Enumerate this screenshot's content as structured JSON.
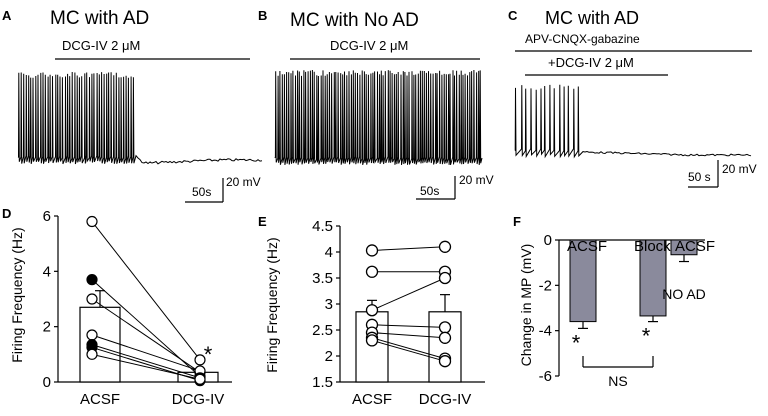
{
  "panels": {
    "A": {
      "letter": "A",
      "title": "MC with AD",
      "drug_label": "DCG-IV 2 μM",
      "scale_time": "50s",
      "scale_voltage": "20 mV"
    },
    "B": {
      "letter": "B",
      "title": "MC with No AD",
      "drug_label": "DCG-IV 2 μM",
      "scale_time": "50s",
      "scale_voltage": "20 mV"
    },
    "C": {
      "letter": "C",
      "title": "MC with AD",
      "blocker_label": "APV-CNQX-gabazine",
      "drug_label": "+DCG-IV 2 μM",
      "scale_time": "50 s",
      "scale_voltage": "20 mV"
    },
    "D": {
      "letter": "D"
    },
    "E": {
      "letter": "E"
    },
    "F": {
      "letter": "F"
    }
  },
  "colors": {
    "line": "#000000",
    "bar_open": "#ffffff",
    "bar_gray": "#8a8a9c"
  },
  "chart_data": [
    {
      "id": "D",
      "type": "bar",
      "ylabel": "Firing Frequency (Hz)",
      "categories": [
        "ACSF",
        "DCG-IV"
      ],
      "ylim": [
        0,
        6
      ],
      "yticks": [
        0,
        2,
        4,
        6
      ],
      "means": [
        2.7,
        0.35
      ],
      "errors": [
        0.6,
        0.1
      ],
      "paired": [
        {
          "acsf": 5.8,
          "dcg": 0.8,
          "filled": false
        },
        {
          "acsf": 3.7,
          "dcg": 0.2,
          "filled": true
        },
        {
          "acsf": 3.0,
          "dcg": 0.35,
          "filled": false
        },
        {
          "acsf": 1.7,
          "dcg": 0.4,
          "filled": false
        },
        {
          "acsf": 1.35,
          "dcg": 0.15,
          "filled": true
        },
        {
          "acsf": 1.25,
          "dcg": 0.05,
          "filled": true
        },
        {
          "acsf": 1.0,
          "dcg": 0.1,
          "filled": false
        }
      ],
      "significance": "*"
    },
    {
      "id": "E",
      "type": "bar",
      "ylabel": "Firing Frequency (Hz)",
      "categories": [
        "ACSF",
        "DCG-IV"
      ],
      "ylim": [
        1.5,
        4.5
      ],
      "yticks": [
        1.5,
        2,
        2.5,
        3,
        3.5,
        4,
        4.5
      ],
      "means": [
        2.85,
        2.85
      ],
      "errors": [
        0.22,
        0.33
      ],
      "paired": [
        {
          "acsf": 4.03,
          "dcg": 4.1
        },
        {
          "acsf": 3.62,
          "dcg": 3.62
        },
        {
          "acsf": 2.88,
          "dcg": 3.5
        },
        {
          "acsf": 2.6,
          "dcg": 2.55
        },
        {
          "acsf": 2.45,
          "dcg": 2.35
        },
        {
          "acsf": 2.35,
          "dcg": 1.95
        },
        {
          "acsf": 2.3,
          "dcg": 1.9
        }
      ]
    },
    {
      "id": "F",
      "type": "bar",
      "ylabel": "Change in MP (mV)",
      "categories": [
        "ACSF",
        "Blocker",
        "ACSF"
      ],
      "ylim": [
        -6,
        0
      ],
      "yticks": [
        0,
        -2,
        -4,
        -6
      ],
      "values": [
        -3.6,
        -3.35,
        -0.65
      ],
      "errors": [
        0.3,
        0.25,
        0.3
      ],
      "bar_annotations": [
        "*",
        "*",
        ""
      ],
      "bar_sublabels": [
        "",
        "",
        "NO AD"
      ],
      "comparison_label": "NS"
    }
  ]
}
